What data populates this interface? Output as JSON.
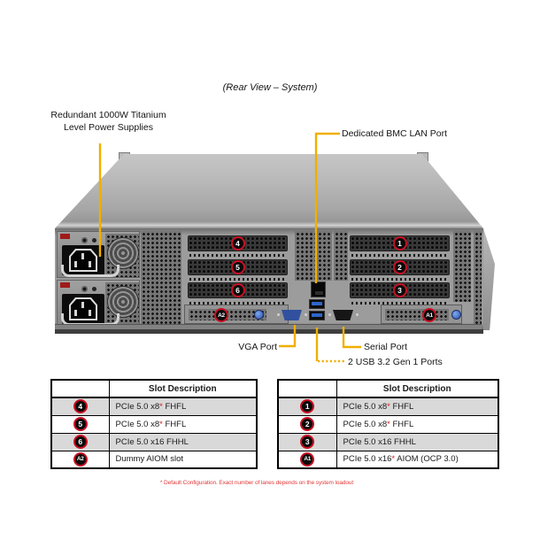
{
  "title": "(Rear View – System)",
  "labels": {
    "psu_line1": "Redundant 1000W Titanium",
    "psu_line2": "Level Power Supplies",
    "bmc": "Dedicated BMC LAN Port",
    "vga": "VGA Port",
    "serial": "Serial Port",
    "usb": "2 USB 3.2 Gen 1 Ports"
  },
  "badges": {
    "s1": "1",
    "s2": "2",
    "s3": "3",
    "s4": "4",
    "s5": "5",
    "s6": "6",
    "a1": "A1",
    "a2": "A2"
  },
  "tables": {
    "left": {
      "header": "Slot Description",
      "rows": [
        {
          "badge": "4",
          "pre": "PCIe 5.0 x8",
          "star": "*",
          "post": " FHFL"
        },
        {
          "badge": "5",
          "pre": "PCIe 5.0 x8",
          "star": "*",
          "post": " FHFL"
        },
        {
          "badge": "6",
          "pre": "PCIe 5.0 x16 FHHL",
          "star": "",
          "post": ""
        },
        {
          "badge": "A2",
          "pre": "Dummy AIOM slot",
          "star": "",
          "post": ""
        }
      ]
    },
    "right": {
      "header": "Slot Description",
      "rows": [
        {
          "badge": "1",
          "pre": "PCIe 5.0 x8",
          "star": "*",
          "post": " FHFL"
        },
        {
          "badge": "2",
          "pre": "PCIe 5.0 x8",
          "star": "*",
          "post": " FHFL"
        },
        {
          "badge": "3",
          "pre": "PCIe 5.0 x16 FHHL",
          "star": "",
          "post": ""
        },
        {
          "badge": "A1",
          "pre": "PCIe 5.0 x16",
          "star": "*",
          "post": " AIOM (OCP 3.0)"
        }
      ]
    }
  },
  "footnote": "* Default Configuration. Exact number of lanes depends on the system loadout",
  "colors": {
    "callout_line": "#F0AF00",
    "badge_ring": "#C81022",
    "footnote_red": "#E03A3A",
    "row_shade": "#D9D9D9",
    "vga_blue": "#31519E",
    "usb_blue": "#2E66C8"
  }
}
